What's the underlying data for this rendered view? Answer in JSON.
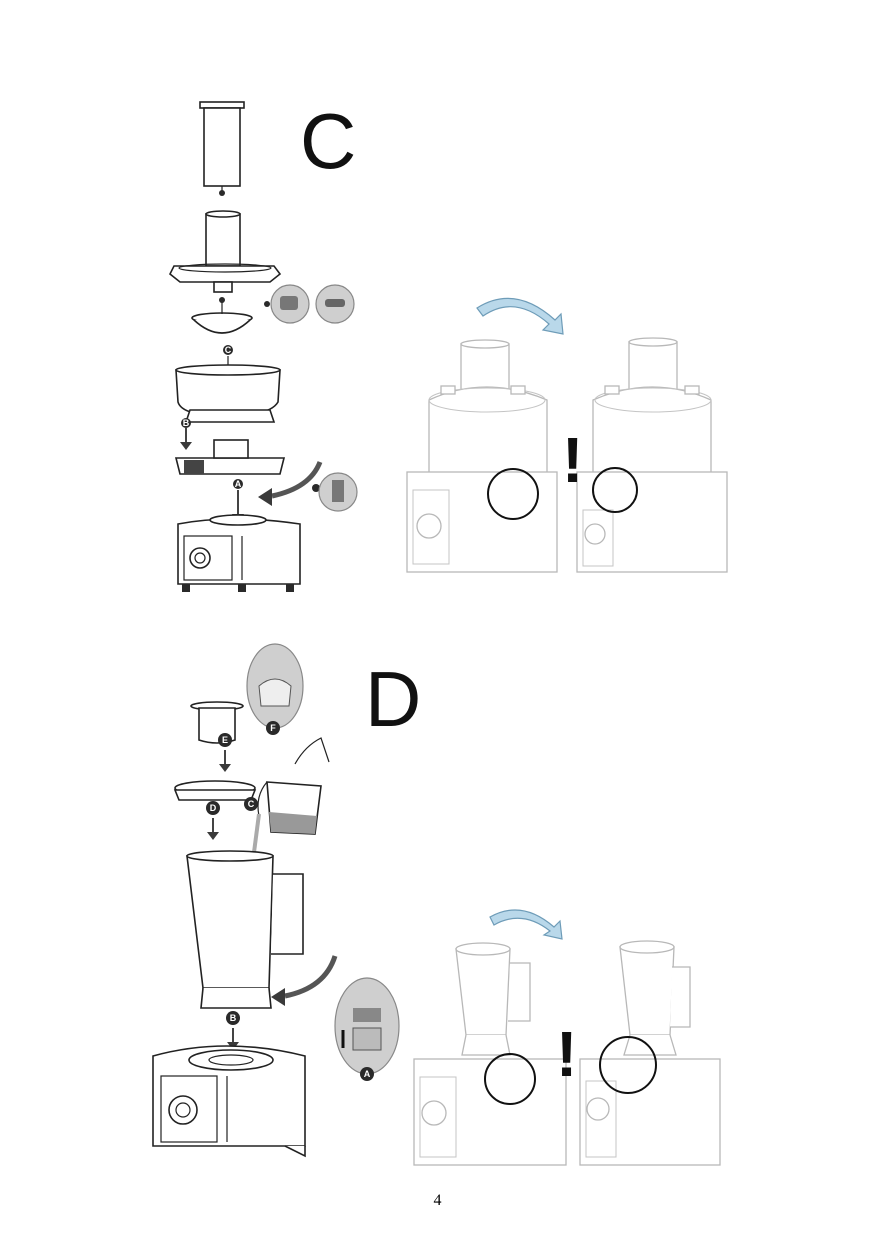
{
  "section_c": {
    "letter": "C"
  },
  "section_d": {
    "letter": "D"
  },
  "warnings": {
    "symbol": "!"
  },
  "callouts": {
    "a": "A",
    "b": "B",
    "c": "C",
    "d": "D",
    "e": "E",
    "f": "F"
  },
  "footer": {
    "page_number": "4"
  },
  "icons": {
    "rotate_arrow": "curved-rotate-arrow-icon",
    "warning": "exclamation-icon",
    "highlight": "circle-highlight-icon"
  },
  "colors": {
    "line": "#222222",
    "faded_line": "#b8b8b8",
    "rotate_arrow": "#b9d8ea",
    "detail_bubble": "#cfcfcf"
  }
}
